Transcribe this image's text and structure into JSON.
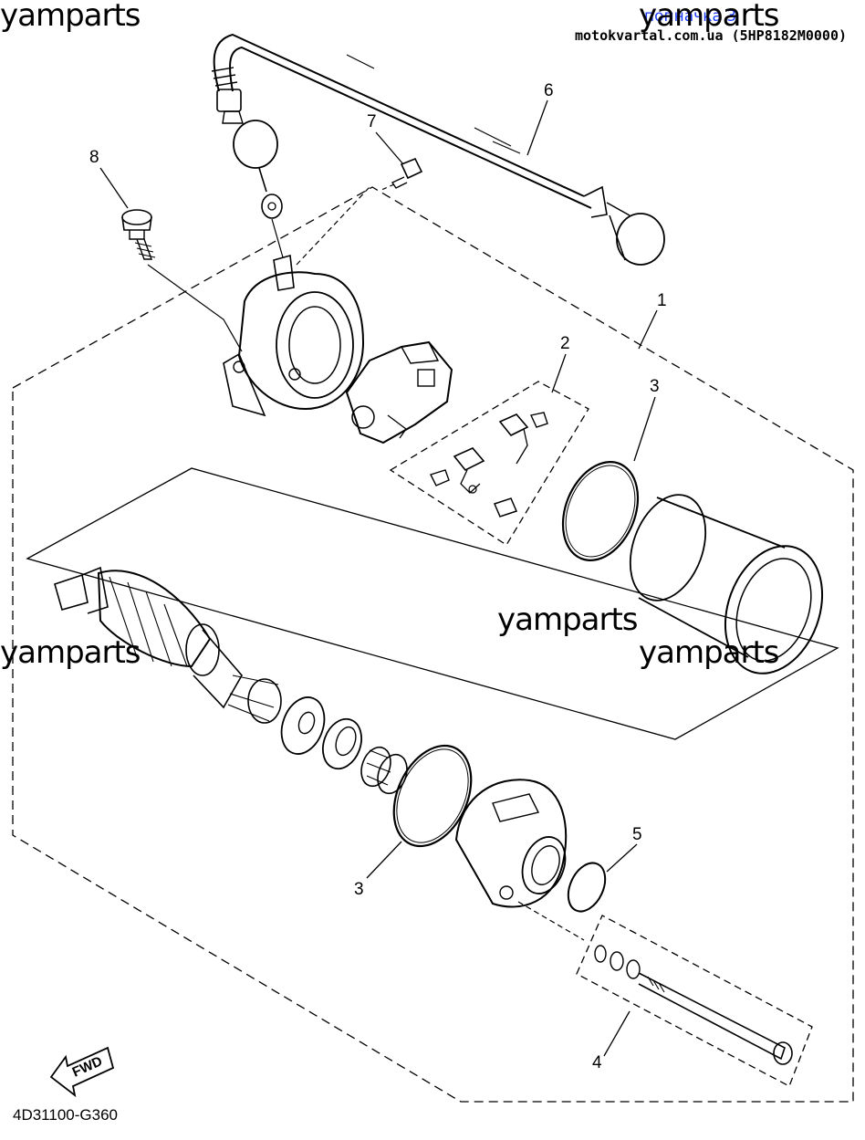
{
  "header": {
    "link_text": "попначка 3",
    "site_text": "motokvartal.com.ua (5HP8182M0000)"
  },
  "watermark": "yamparts",
  "callouts": {
    "c1": "1",
    "c2": "2",
    "c3a": "3",
    "c3b": "3",
    "c4": "4",
    "c5": "5",
    "c6": "6",
    "c7": "7",
    "c8": "8"
  },
  "fwd_label": "FWD",
  "diagram_code": "4D31100-G360"
}
